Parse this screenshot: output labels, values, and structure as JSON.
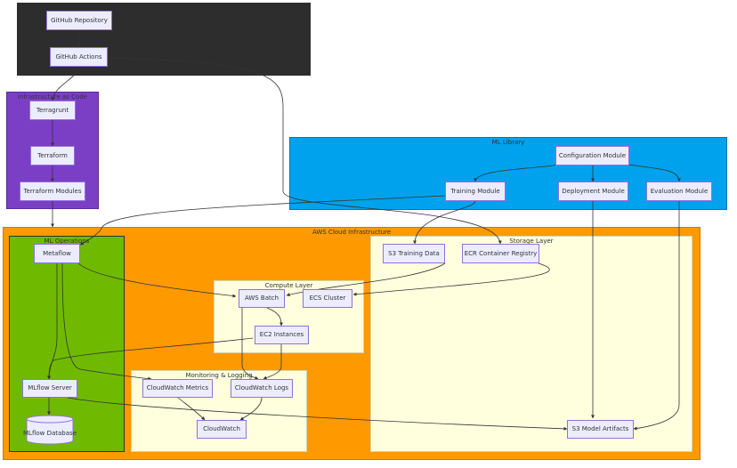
{
  "colors": {
    "node_fill": "#ececff",
    "node_stroke": "#9370db",
    "edge": "#333333",
    "cicd_fill": "#2d2d2d",
    "iac_fill": "#7b3fc6",
    "ml_library_fill": "#00a2ed",
    "aws_fill": "#ff9900",
    "ml_ops_fill": "#6fba00",
    "sub_fill": "#ffffde"
  },
  "clusters": {
    "iac": "Infrastructure as Code",
    "ml_library": "ML Library",
    "aws": "AWS Cloud Infrastructure",
    "ml_operations": "ML Operations",
    "storage": "Storage Layer",
    "compute": "Compute Layer",
    "monitoring": "Monitoring & Logging"
  },
  "nodes": {
    "github_repo": "GitHub Repository",
    "github_actions": "GitHub Actions",
    "terragrunt": "Terragrunt",
    "terraform": "Terraform",
    "terraform_modules": "Terraform Modules",
    "configuration_module": "Configuration Module",
    "training_module": "Training Module",
    "deployment_module": "Deployment Module",
    "evaluation_module": "Evaluation Module",
    "metaflow": "Metaflow",
    "s3_training_data": "S3 Training Data",
    "ecr": "ECR Container Registry",
    "aws_batch": "AWS Batch",
    "ecs_cluster": "ECS Cluster",
    "ec2_instances": "EC2 Instances",
    "mlflow_server": "MLflow Server",
    "cloudwatch_metrics": "CloudWatch Metrics",
    "cloudwatch_logs": "CloudWatch Logs",
    "cloudwatch": "CloudWatch",
    "mlflow_database": "MLflow Database",
    "s3_model_artifacts": "S3 Model Artifacts"
  }
}
